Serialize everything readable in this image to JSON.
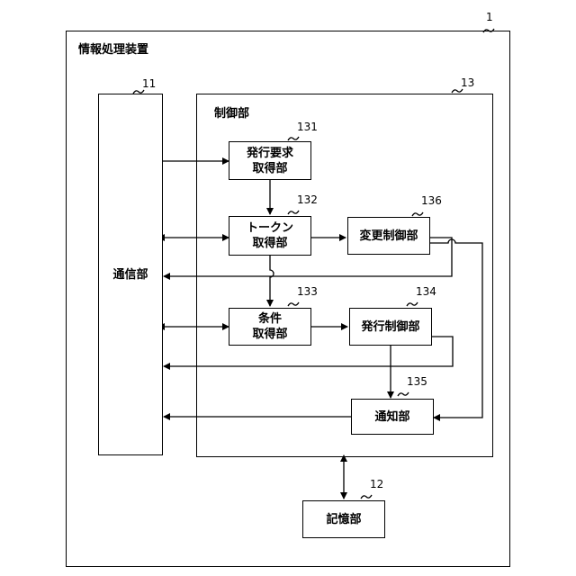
{
  "device": {
    "title": "情報処理装置",
    "ref": "1"
  },
  "communication": {
    "label": "通信部",
    "ref": "11"
  },
  "control": {
    "title": "制御部",
    "ref": "13"
  },
  "storage": {
    "label": "記憶部",
    "ref": "12"
  },
  "blocks": {
    "issue_request": {
      "line1": "発行要求",
      "line2": "取得部",
      "ref": "131"
    },
    "token": {
      "line1": "トークン",
      "line2": "取得部",
      "ref": "132"
    },
    "condition": {
      "line1": "条件",
      "line2": "取得部",
      "ref": "133"
    },
    "issue_control": {
      "label": "発行制御部",
      "ref": "134"
    },
    "notification": {
      "label": "通知部",
      "ref": "135"
    },
    "change_control": {
      "label": "変更制御部",
      "ref": "136"
    }
  }
}
